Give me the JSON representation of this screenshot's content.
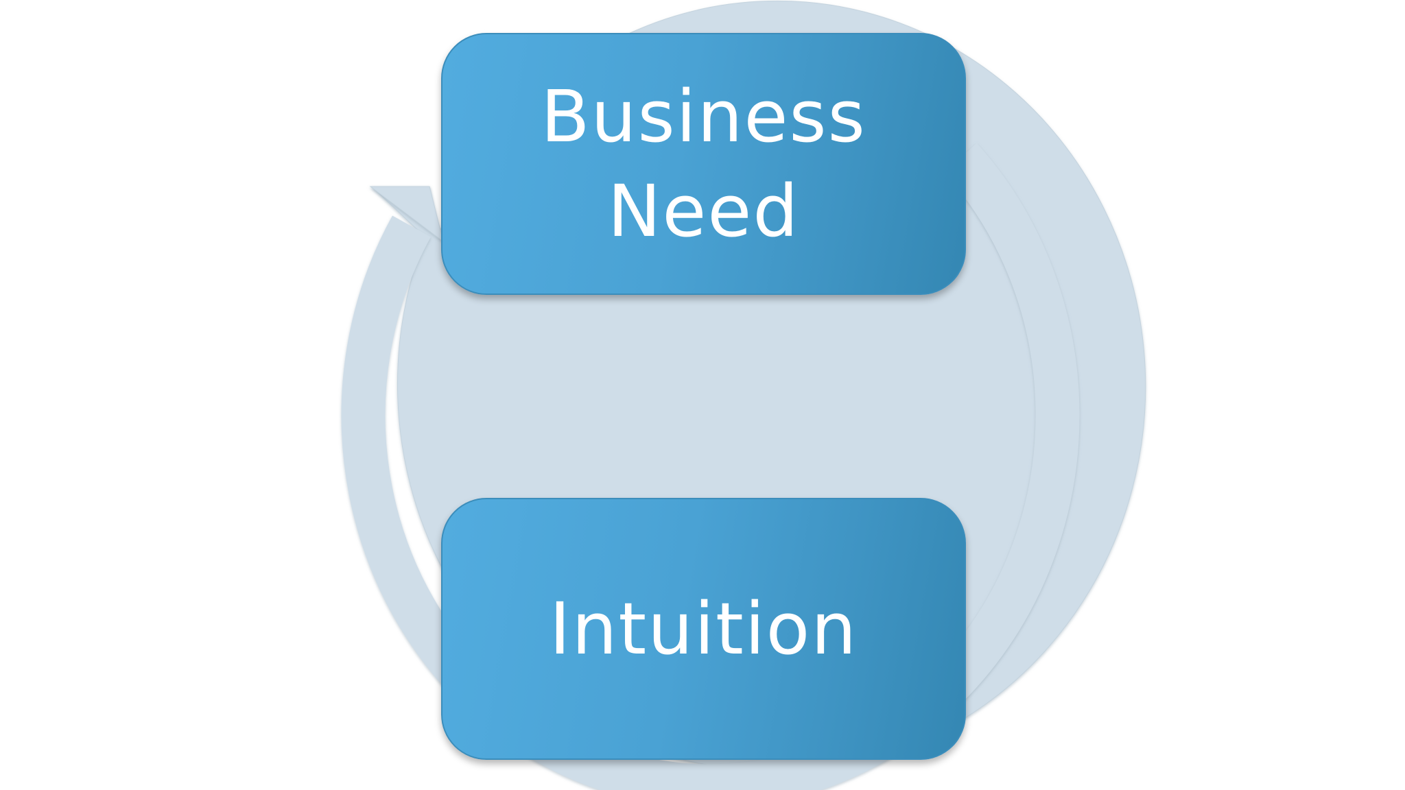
{
  "diagram": {
    "type": "cycle",
    "nodes": [
      {
        "id": "business-need",
        "label": "Business Need"
      },
      {
        "id": "intuition",
        "label": "Intuition"
      }
    ],
    "edges": [
      {
        "from": "business-need",
        "to": "intuition",
        "direction": "clockwise"
      },
      {
        "from": "intuition",
        "to": "business-need",
        "direction": "clockwise"
      }
    ]
  },
  "colors": {
    "box_fill_light": "#52acdf",
    "box_fill_dark": "#3487b3",
    "box_border": "#3b8dbb",
    "arrow_ring": "#cfdde8",
    "text": "#ffffff",
    "background": "#ffffff"
  }
}
